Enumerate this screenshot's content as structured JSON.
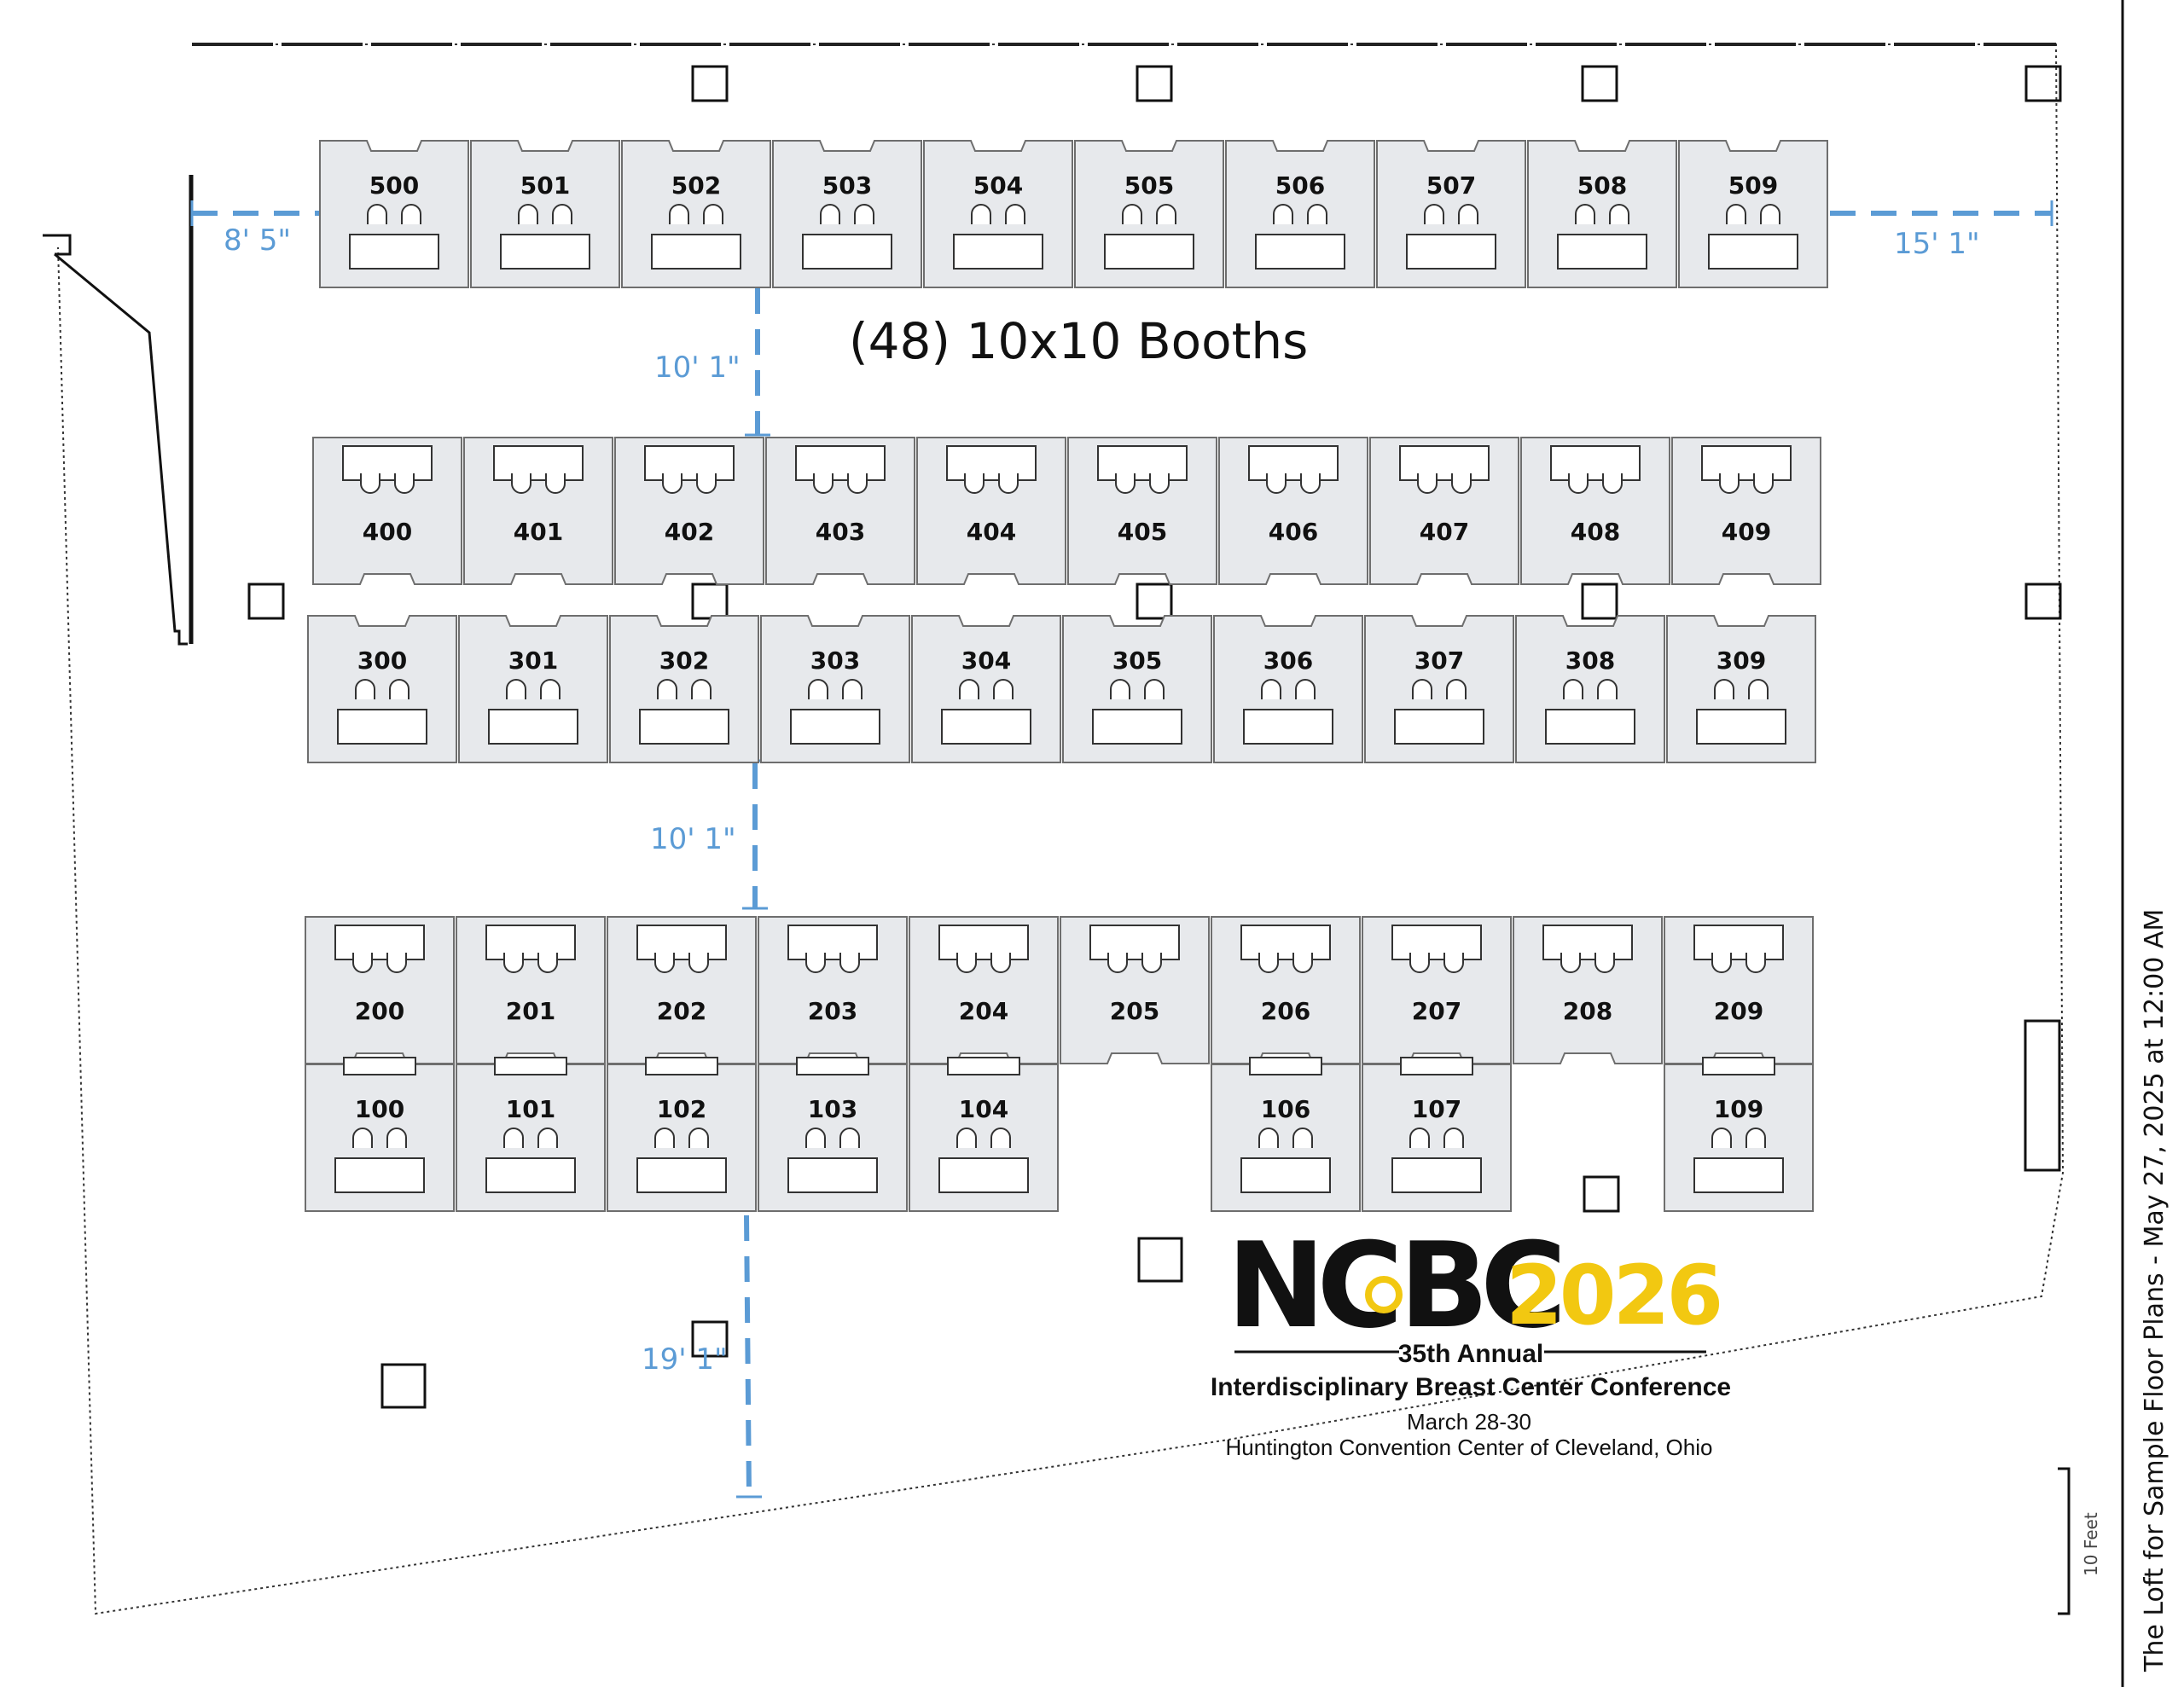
{
  "headline": "(48) 10x10 Booths",
  "dimensions": {
    "left_gap": "8' 5\"",
    "right_gap": "15' 1\"",
    "aisle_500_400": "10' 1\"",
    "aisle_300_200": "10' 1\"",
    "bottom_gap": "19' 1\""
  },
  "booth_rows": [
    {
      "row": "500",
      "numbers": [
        "500",
        "501",
        "502",
        "503",
        "504",
        "505",
        "506",
        "507",
        "508",
        "509"
      ]
    },
    {
      "row": "400",
      "numbers": [
        "400",
        "401",
        "402",
        "403",
        "404",
        "405",
        "406",
        "407",
        "408",
        "409"
      ]
    },
    {
      "row": "300",
      "numbers": [
        "300",
        "301",
        "302",
        "303",
        "304",
        "305",
        "306",
        "307",
        "308",
        "309"
      ]
    },
    {
      "row": "200",
      "numbers": [
        "200",
        "201",
        "202",
        "203",
        "204",
        "205",
        "206",
        "207",
        "208",
        "209"
      ]
    },
    {
      "row": "100",
      "numbers": [
        "100",
        "101",
        "102",
        "103",
        "104",
        "106",
        "107",
        "109"
      ]
    }
  ],
  "logo": {
    "nc": "NC",
    "o": "o",
    "bc": "BC",
    "year": "2026",
    "annual": "35th Annual",
    "conference": "Interdisciplinary Breast Center Conference",
    "dates": "March 28-30",
    "venue": "Huntington Convention Center of Cleveland, Ohio",
    "colors": {
      "black": "#111111",
      "yellow": "#f2c811"
    }
  },
  "scale_label": "10 Feet",
  "side_caption": "The Loft for Sample Floor Plans - May 27, 2025 at 12:00 AM",
  "colors": {
    "booth_fill": "#e7e9ec",
    "booth_stroke": "#6e6e6e",
    "dimension": "#5b9bd5"
  }
}
